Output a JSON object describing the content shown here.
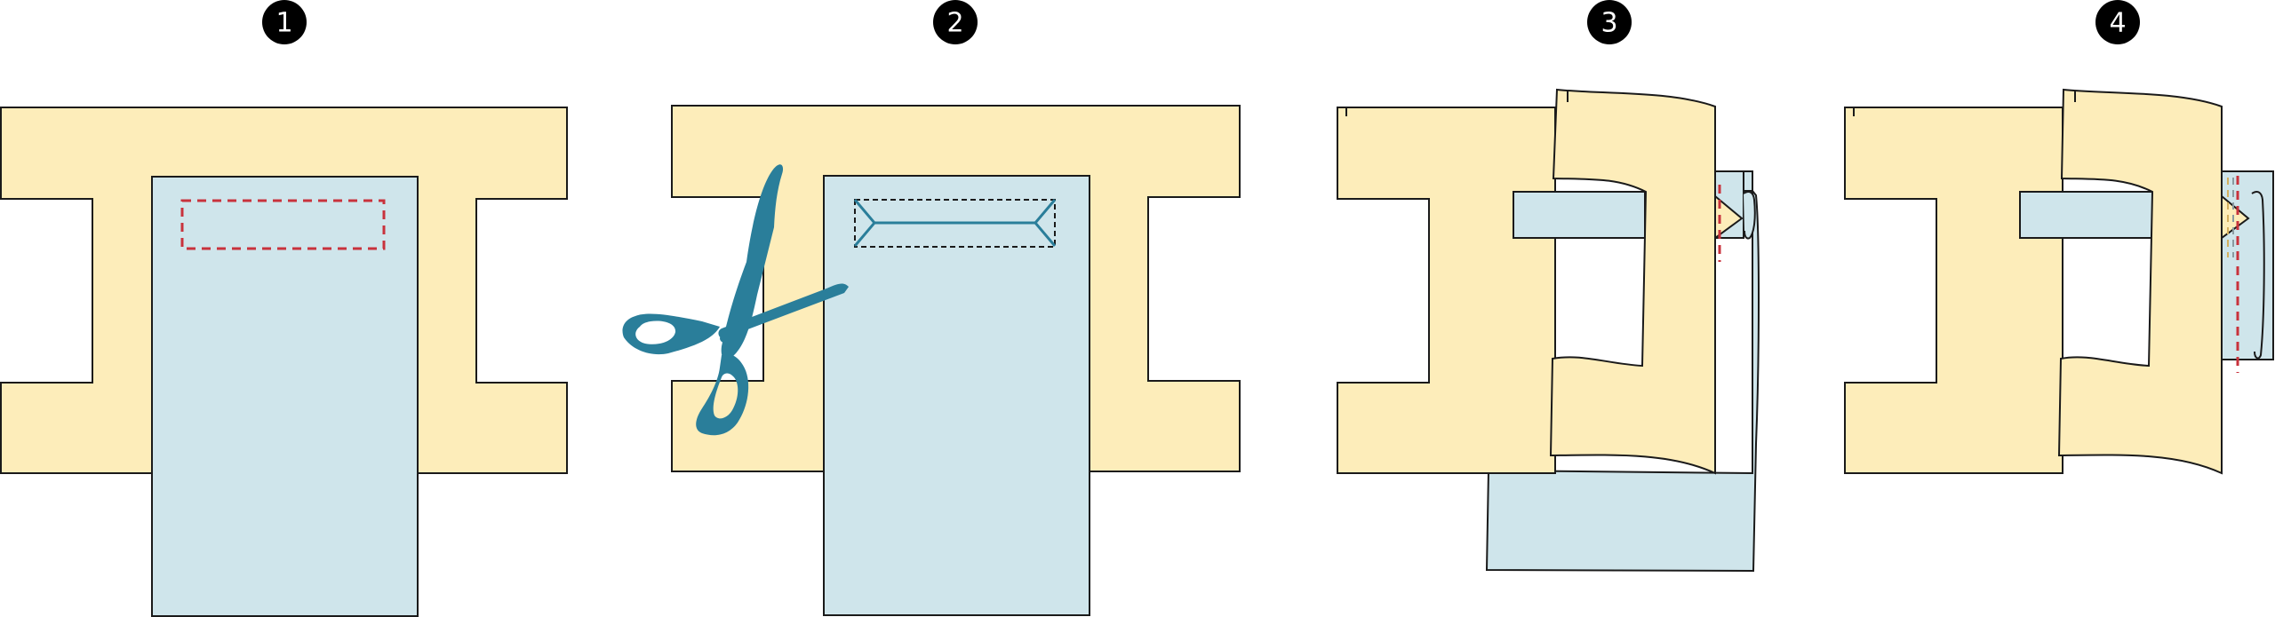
{
  "steps": [
    {
      "number": "1"
    },
    {
      "number": "2"
    },
    {
      "number": "3"
    },
    {
      "number": "4"
    }
  ],
  "colors": {
    "base_fabric": "#FDEDBA",
    "facing_fabric": "#CFE5EB",
    "outline": "#1A1A1A",
    "stitch_red": "#C8323C",
    "scissors_teal": "#2A7E9A",
    "badge": "#000000"
  }
}
